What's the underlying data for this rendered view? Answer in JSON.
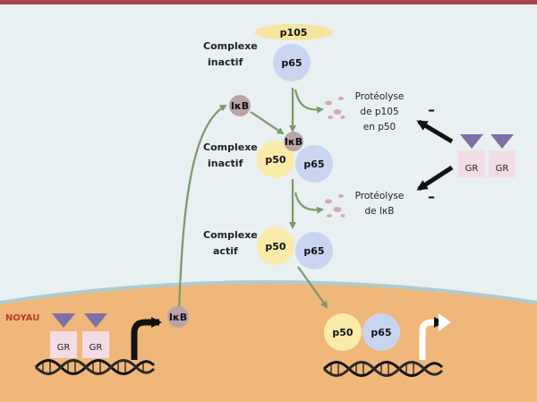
{
  "colors": {
    "top_bar": "#a3454a",
    "cytoplasm": "#e8f0f2",
    "nucleus": "#f0b77a",
    "membrane": "#aecbd0",
    "p50": "#faeba8",
    "p65": "#c9d5f0",
    "ikb": "#b9a4a8",
    "p105": "#f5e5a0",
    "green_arrow": "#7a9a6a",
    "fragments": "#d6a9b2",
    "gr_triangle": "#7d6fa8",
    "gr_box": "#f3dce6",
    "noyau_label": "#c0392b"
  },
  "labels": {
    "complex1_line1": "Complexe",
    "complex1_line2": "inactif",
    "complex2_line1": "Complexe",
    "complex2_line2": "inactif",
    "complex3_line1": "Complexe",
    "complex3_line2": "actif",
    "noyau": "NOYAU"
  },
  "molecules": {
    "p105": "p105",
    "p65": "p65",
    "p50": "p50",
    "ikb": "IκB"
  },
  "proteolysis": {
    "first_line1": "Protéolyse",
    "first_line2": "de p105",
    "first_line3": "en p50",
    "second_line1": "Protéolyse",
    "second_line2": "de IκB"
  },
  "receptor": {
    "gr": "GR",
    "inhibition_sign": "–"
  }
}
